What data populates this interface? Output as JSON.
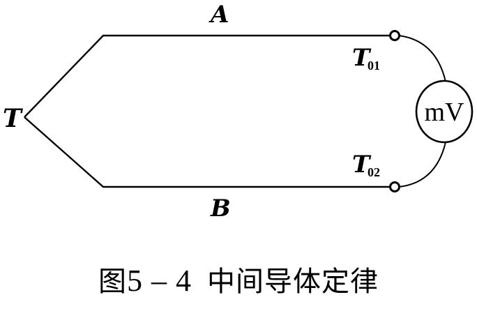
{
  "figure": {
    "caption_prefix": "图",
    "caption_number": "5 – 4",
    "caption_title": "中间导体定律"
  },
  "labels": {
    "junction": "T",
    "conductor_top": "A",
    "conductor_bottom": "B",
    "terminal_top_main": "T",
    "terminal_top_sub": "01",
    "terminal_bottom_main": "T",
    "terminal_bottom_sub": "02",
    "meter": "mV"
  },
  "colors": {
    "line": "#000000",
    "background": "#ffffff"
  }
}
